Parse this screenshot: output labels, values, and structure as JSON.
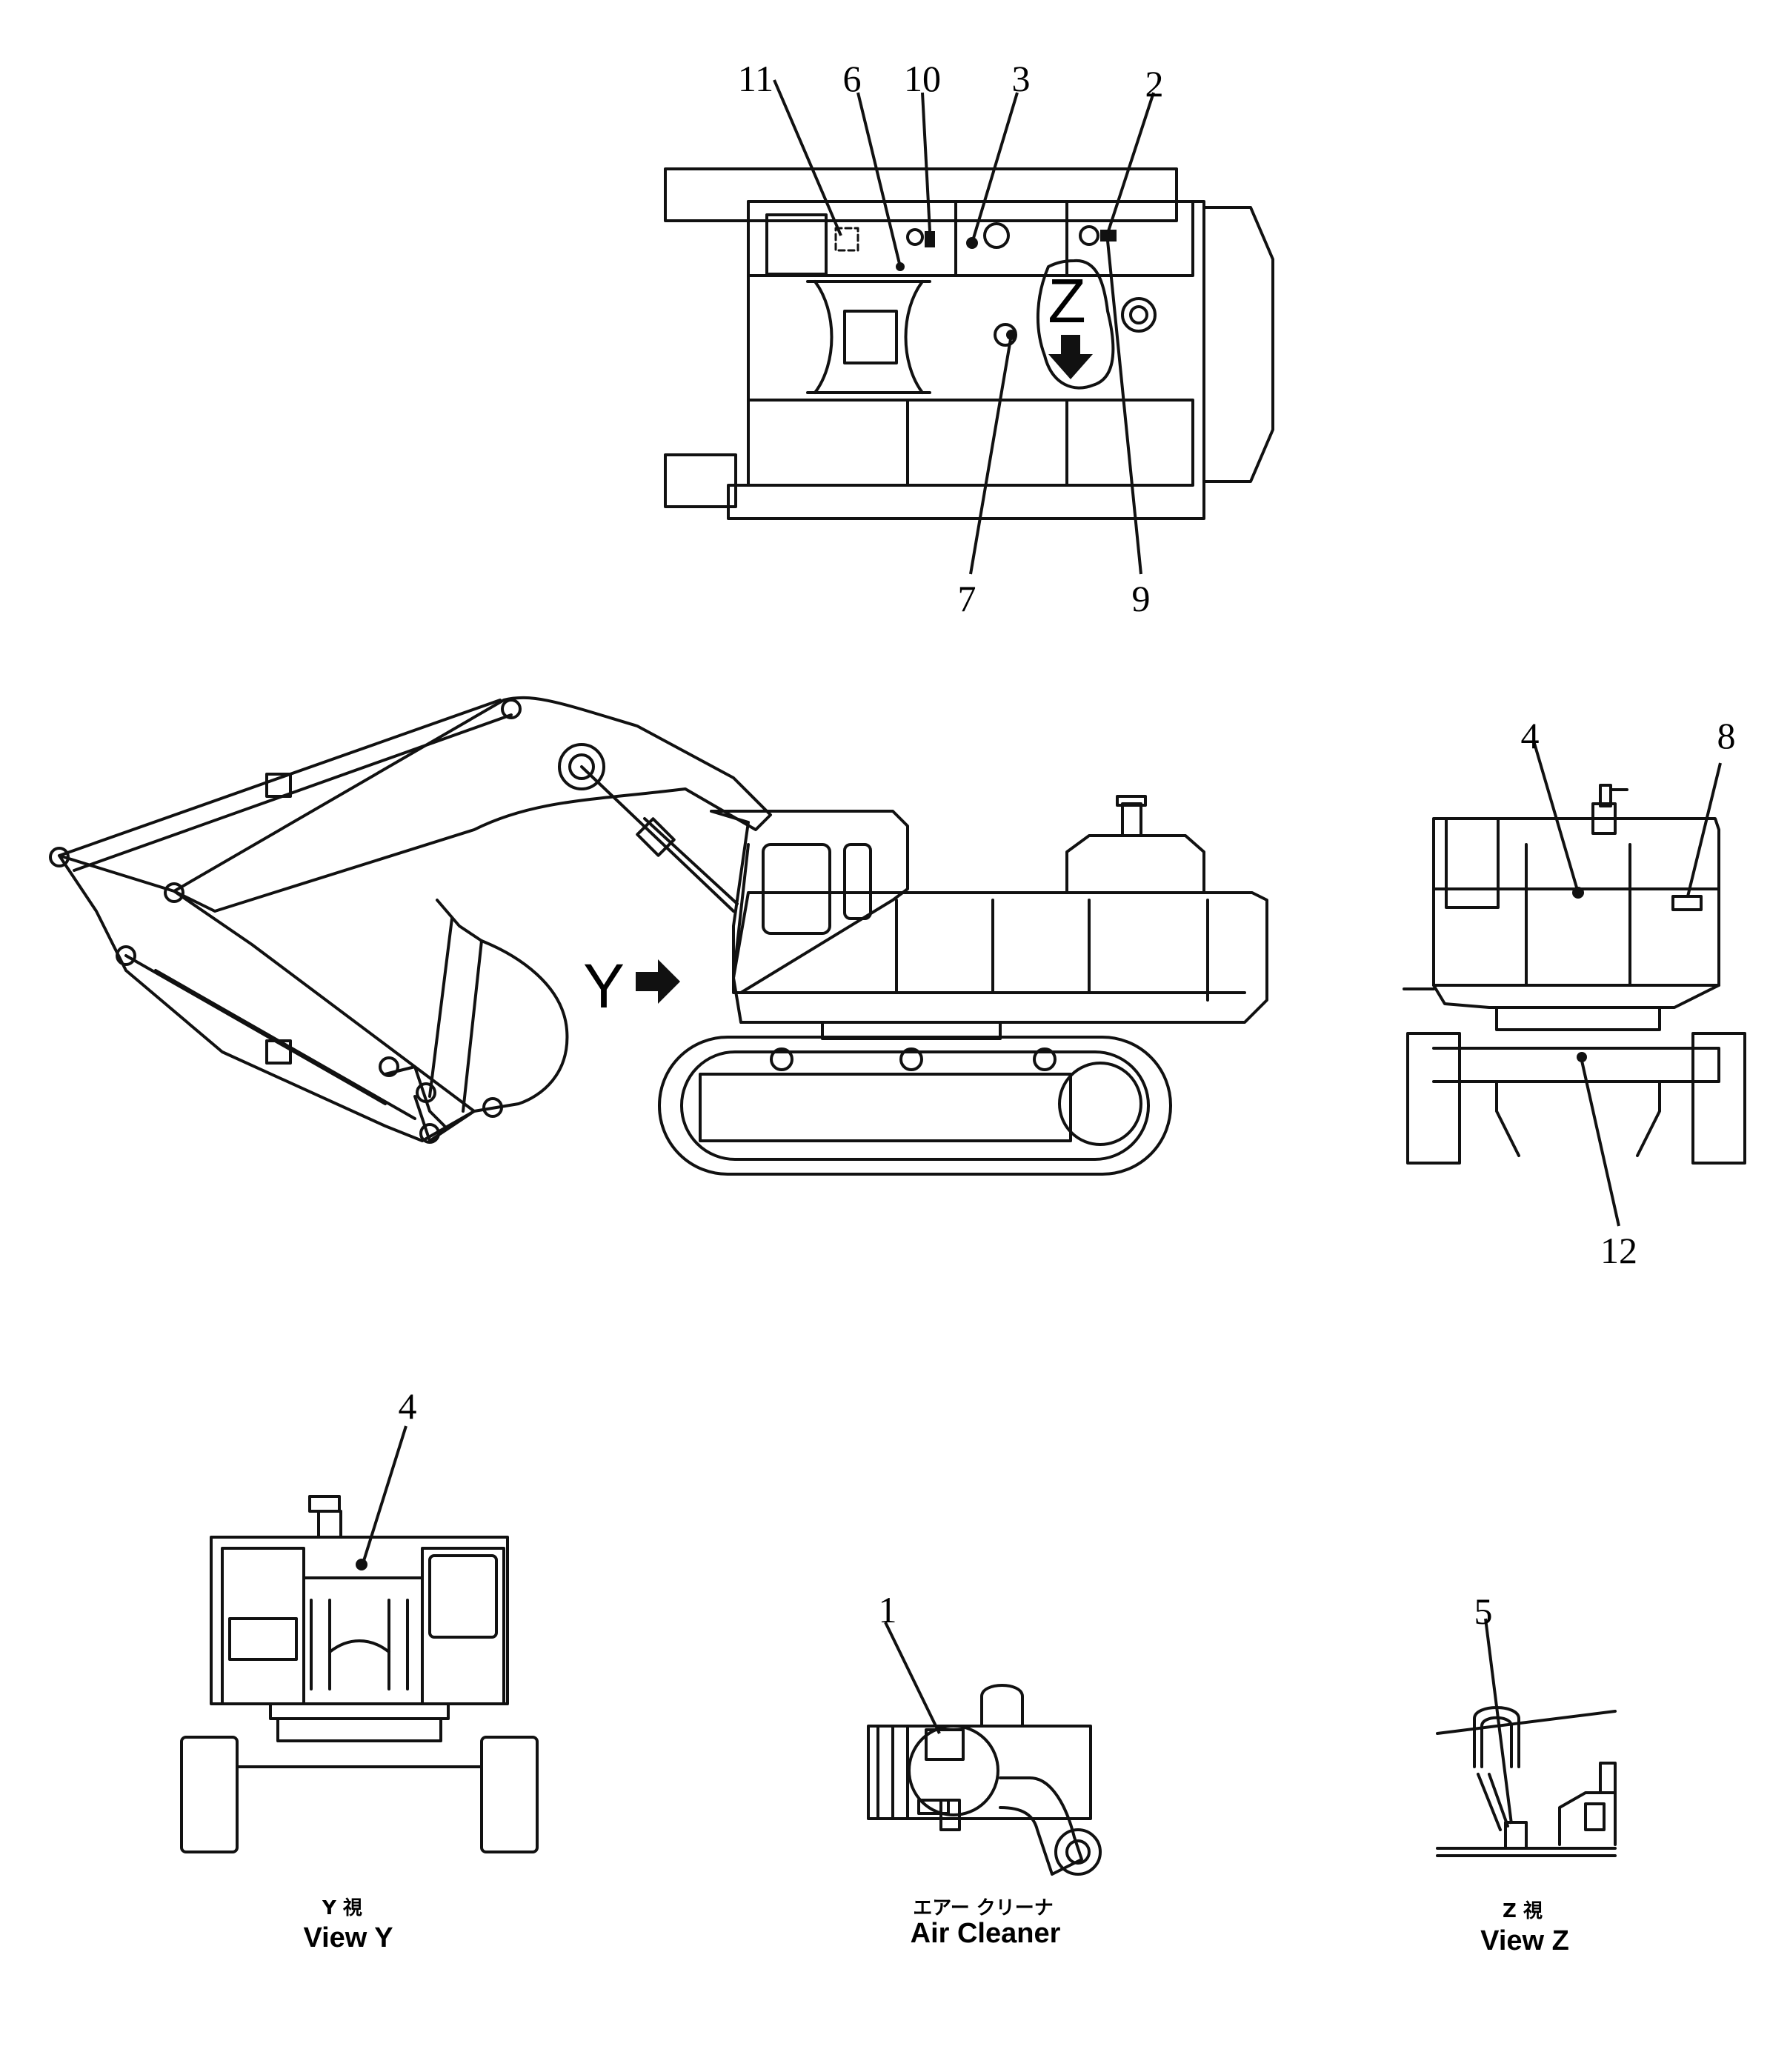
{
  "callouts": {
    "c1": "1",
    "c2": "2",
    "c3": "3",
    "c4a": "4",
    "c4b": "4",
    "c5": "5",
    "c6": "6",
    "c7": "7",
    "c8": "8",
    "c9": "9",
    "c10": "10",
    "c11": "11",
    "c12": "12"
  },
  "view_markers": {
    "z": "Z",
    "y": "Y"
  },
  "captions": {
    "view_y_jp": "Y  視",
    "view_y_en": "View  Y",
    "air_cleaner_jp": "エアー クリーナ",
    "air_cleaner_en": "Air Cleaner",
    "view_z_jp": "Z  視",
    "view_z_en": "View  Z"
  }
}
